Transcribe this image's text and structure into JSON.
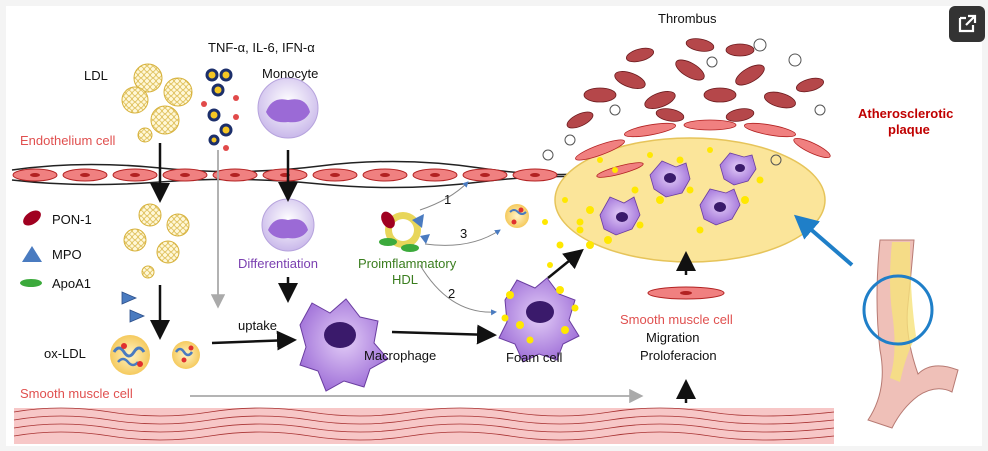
{
  "labels": {
    "cytokines": "TNF-α, IL-6, IFN-α",
    "ldl": "LDL",
    "monocyte": "Monocyte",
    "endothelium": "Endothelium cell",
    "thrombus": "Thrombus",
    "plaque_line1": "Atherosclerotic",
    "plaque_line2": "plaque",
    "pon1": "PON-1",
    "mpo": "MPO",
    "apoa1": "ApoA1",
    "differentiation": "Differentiation",
    "hdl_line1": "Proimflammatory",
    "hdl_line2": "HDL",
    "step1": "1",
    "step2": "2",
    "step3": "3",
    "uptake": "uptake",
    "oxldl": "ox-LDL",
    "macrophage": "Macrophage",
    "foam_cell": "Foam cell",
    "smooth_muscle_bottom": "Smooth muscle cell",
    "smooth_muscle_right": "Smooth muscle cell",
    "migration": "Migration",
    "proliferation": "Proloferacion"
  },
  "colors": {
    "endothelium_red": "#e0504f",
    "macrophage_purple": "#9b6ad6",
    "plaque_yellow": "#fbe59a",
    "arrow_blue": "#1f7fc8",
    "lipid_yellow": "#ffe800"
  },
  "icons": {
    "external_link": "external-link-icon"
  }
}
